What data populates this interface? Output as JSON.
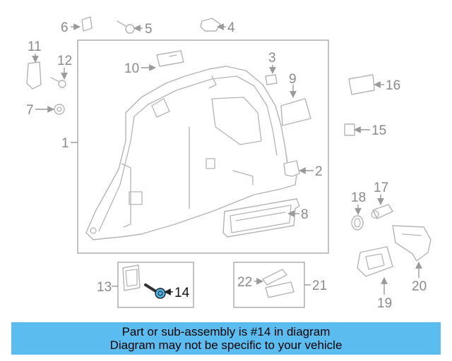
{
  "callouts": [
    {
      "id": "c1",
      "num": "1",
      "highlight": false
    },
    {
      "id": "c2",
      "num": "2",
      "highlight": false
    },
    {
      "id": "c3",
      "num": "3",
      "highlight": false
    },
    {
      "id": "c4",
      "num": "4",
      "highlight": false
    },
    {
      "id": "c5",
      "num": "5",
      "highlight": false
    },
    {
      "id": "c6",
      "num": "6",
      "highlight": false
    },
    {
      "id": "c7",
      "num": "7",
      "highlight": false
    },
    {
      "id": "c8",
      "num": "8",
      "highlight": false
    },
    {
      "id": "c9",
      "num": "9",
      "highlight": false
    },
    {
      "id": "c10",
      "num": "10",
      "highlight": false
    },
    {
      "id": "c11",
      "num": "11",
      "highlight": false
    },
    {
      "id": "c12",
      "num": "12",
      "highlight": false
    },
    {
      "id": "c13",
      "num": "13",
      "highlight": false
    },
    {
      "id": "c14",
      "num": "14",
      "highlight": true
    },
    {
      "id": "c15",
      "num": "15",
      "highlight": false
    },
    {
      "id": "c16",
      "num": "16",
      "highlight": false
    },
    {
      "id": "c17",
      "num": "17",
      "highlight": false
    },
    {
      "id": "c18",
      "num": "18",
      "highlight": false
    },
    {
      "id": "c19",
      "num": "19",
      "highlight": false
    },
    {
      "id": "c20",
      "num": "20",
      "highlight": false
    },
    {
      "id": "c21",
      "num": "21",
      "highlight": false
    },
    {
      "id": "c22",
      "num": "22",
      "highlight": false
    }
  ],
  "banner": {
    "line1": "Part or sub-assembly is #14 in diagram",
    "line2": "Diagram may not be specific to your vehicle",
    "color": "#5bbcf0"
  },
  "colors": {
    "highlight_part": "#4ab3e8",
    "line_gray": "#b4b4b4"
  },
  "icons": [
    "trim-panel-icon",
    "bolt-icon",
    "clip-icon",
    "bracket-icon",
    "grommet-icon"
  ]
}
